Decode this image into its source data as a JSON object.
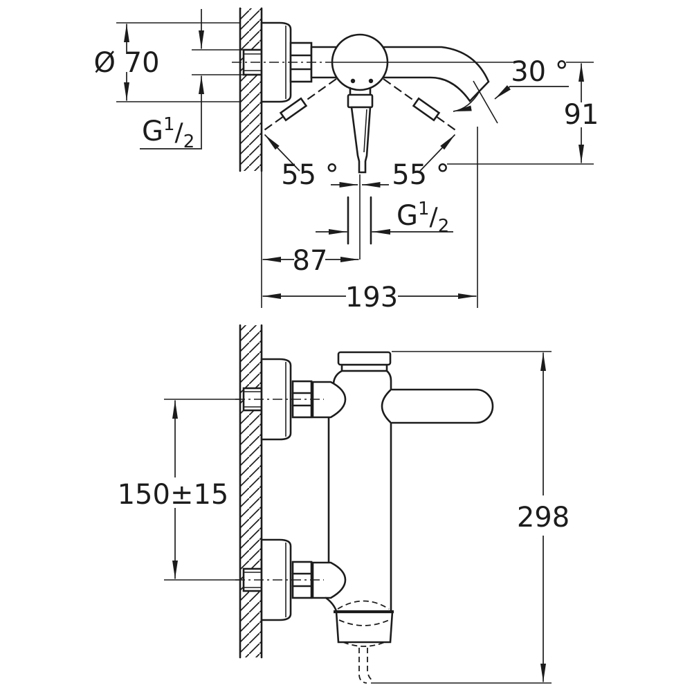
{
  "drawing": {
    "type": "technical-dimension-drawing",
    "background": "#ffffff",
    "line_color": "#1c1c1c",
    "views": [
      "top-view-wall-mounted-mixer",
      "side-view-wall-mounted-mixer"
    ]
  },
  "labels": {
    "top": {
      "diameter": "Ø 70",
      "angle30": "30 °",
      "h91": "91",
      "swing_l": "55 °",
      "swing_r": "55 °",
      "d87": "87",
      "d193": "193"
    },
    "side": {
      "spacing": "150±15",
      "height": "298"
    },
    "thread": {
      "main": "G",
      "sup": "1",
      "slash": "/",
      "sub": "2"
    }
  }
}
